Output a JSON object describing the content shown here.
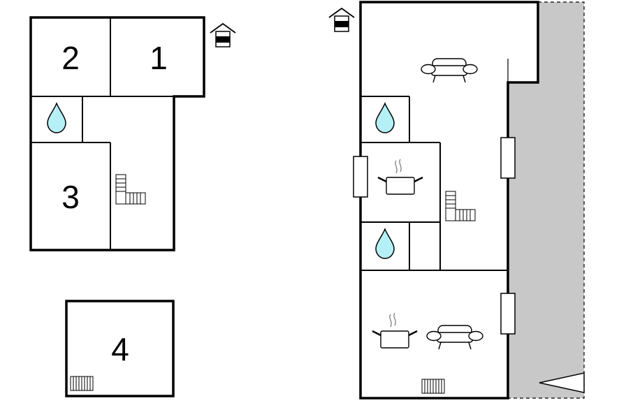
{
  "plans": {
    "left": {
      "rooms": [
        {
          "label": "2"
        },
        {
          "label": "1"
        },
        {
          "label": "3"
        },
        {
          "label": "4"
        }
      ]
    }
  },
  "colors": {
    "wall": "#000000",
    "water": "#b5f0f7",
    "terrace": "#c8c8c8",
    "background": "#ffffff"
  },
  "icons": [
    "entrance-icon",
    "bathroom-icon",
    "stairs-icon",
    "kitchen-icon",
    "sofa-icon",
    "radiator-icon",
    "window",
    "direction-arrow-icon"
  ]
}
